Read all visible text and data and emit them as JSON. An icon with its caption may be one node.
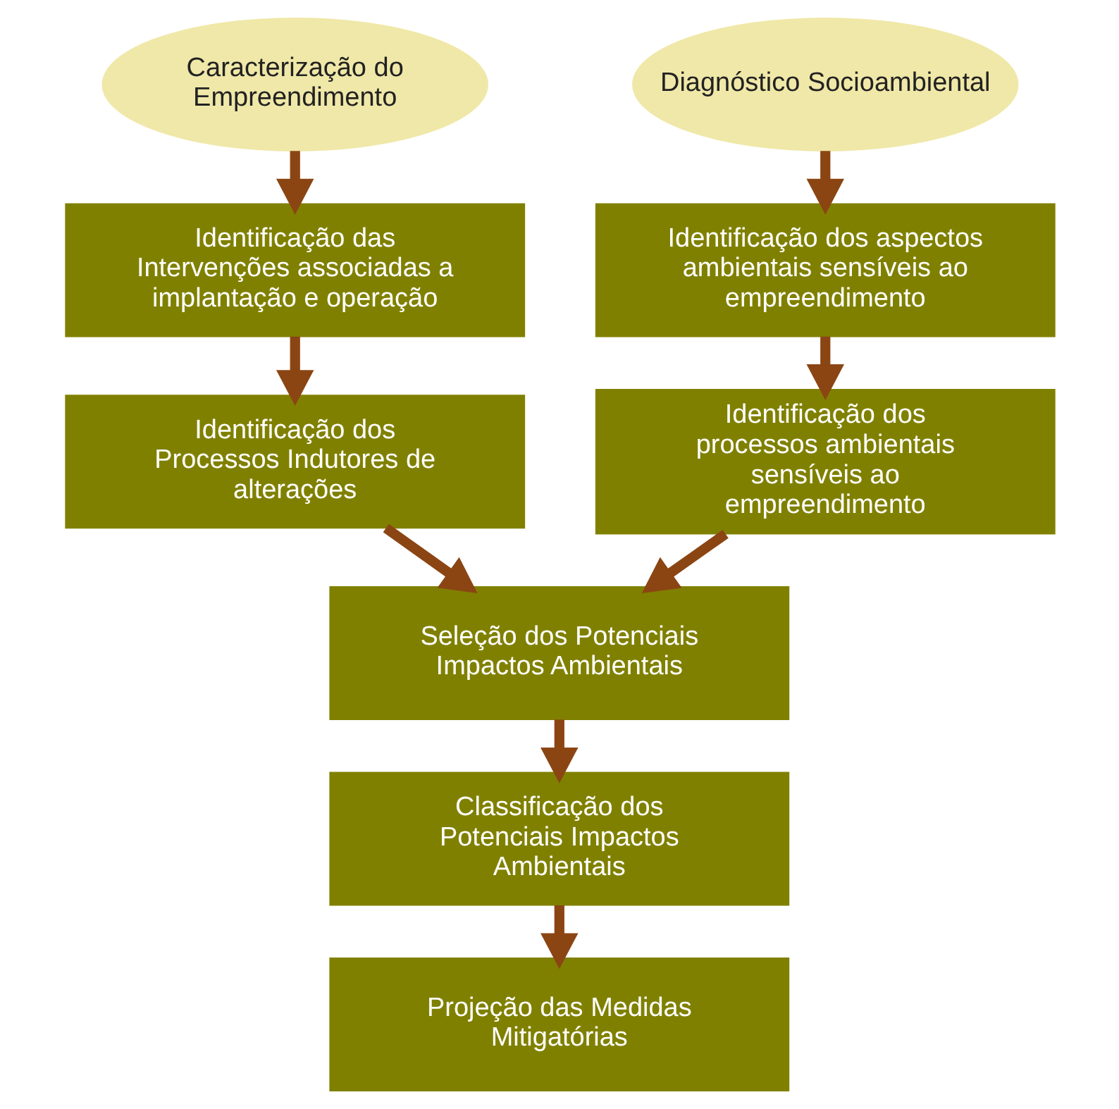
{
  "diagram": {
    "nodes": [
      {
        "text": [
          "Caracterização do Empreendimento"
        ]
      },
      {
        "text": [
          "Diagnóstico Socioambiental"
        ]
      },
      {
        "text": [
          "Identificação das Intervenções associadas a implantação e operação"
        ]
      },
      {
        "text": [
          "Identificação dos aspectos ambientais sensíveis ao empreendimento"
        ]
      },
      {
        "text": [
          "Identificação dos Processos Indutores de alterações"
        ]
      },
      {
        "text": [
          "Identificação dos processos ambientais sensíveis ao empreendimento"
        ]
      },
      {
        "text": [
          "Seleção dos Potenciais Impactos Ambientais"
        ]
      },
      {
        "text": [
          "Classificação dos Potenciais Impactos Ambientais"
        ]
      },
      {
        "text": [
          "Projeção das Medidas Mitigatórias"
        ]
      }
    ],
    "edges": [
      {
        "from": 0,
        "to": 2,
        "arrow": "to"
      },
      {
        "from": 1,
        "to": 3,
        "arrow": "to"
      },
      {
        "from": 2,
        "to": 4,
        "arrow": "to"
      },
      {
        "from": 3,
        "to": 5,
        "arrow": "to"
      },
      {
        "from": 4,
        "to": 6,
        "arrow": "to"
      },
      {
        "from": 5,
        "to": 6,
        "arrow": "to"
      },
      {
        "from": 6,
        "to": 7,
        "arrow": "to"
      },
      {
        "from": 7,
        "to": 8,
        "arrow": "to"
      }
    ]
  }
}
